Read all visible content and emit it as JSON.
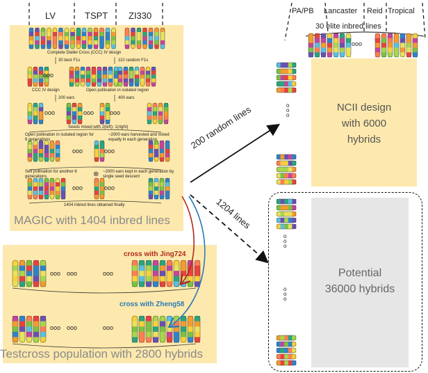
{
  "magic": {
    "founders": [
      "LV",
      "TSPT",
      "ZI330"
    ],
    "step_ccc": "Complete Diallel Cross (CCC) IV design",
    "best_f1": "30 best F1s",
    "random_f1": "110 random F1s",
    "ccc_iv": "CCC IV design",
    "open_poll": "Open pollination in isolated region",
    "ears200": "200 ears",
    "ears400": "400 ears",
    "seeds_mixed": "Seeds mixed with 2(left): 1(right)",
    "open_poll_6": "Open pollination in isolated region for 6 generations",
    "ears2000_a": "~2000 ears harvested and mixed equally in each generation",
    "self_poll": "Self pollination for another 6 generations",
    "ears2000_b": "~2000 ears kept in each generation by single seed descent",
    "obtained": "1404 inbred lines obtained finally",
    "title": "MAGIC with 1404 inbred lines",
    "dots": "ooo"
  },
  "testcross": {
    "cross1": "cross with Jing724",
    "cross2": "cross with Zheng58",
    "title": "Testcross population with 2800 hybrids",
    "dots": "ooo"
  },
  "elite": {
    "groups": [
      "PA/PB",
      "Lancaster",
      "Reid",
      "Tropical"
    ],
    "label": "30 elite inbred lines",
    "dots": "ooo"
  },
  "arrows": {
    "random_lines": "200 random lines",
    "lines1204": "1204 lines"
  },
  "ncii": {
    "l1": "NCII design",
    "l2": "with 6000",
    "l3": "hybrids",
    "vdots": "ooo"
  },
  "potential": {
    "l1": "Potential",
    "l2": "36000 hybrids",
    "vdots": "ooo"
  },
  "colors": {
    "panel": "#fde9ad",
    "gray": "#e6e6e6",
    "red_arrow": "#b0281e",
    "blue_arrow": "#2a7ab8"
  }
}
